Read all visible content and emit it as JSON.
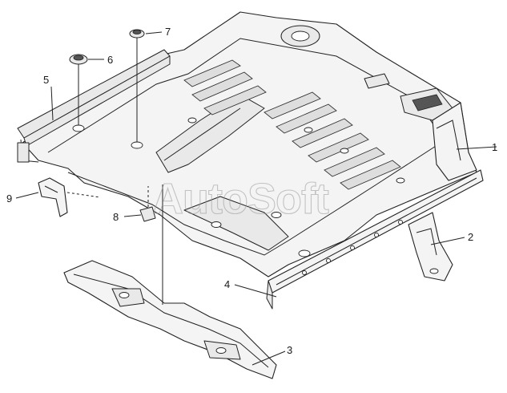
{
  "diagram": {
    "watermark": "AutoSoft",
    "callouts": [
      "1",
      "2",
      "3",
      "4",
      "5",
      "6",
      "7",
      "8",
      "9"
    ]
  },
  "colors": {
    "line": "#222222",
    "fill": "#f4f4f4",
    "watermark": "#9a9a9a"
  }
}
